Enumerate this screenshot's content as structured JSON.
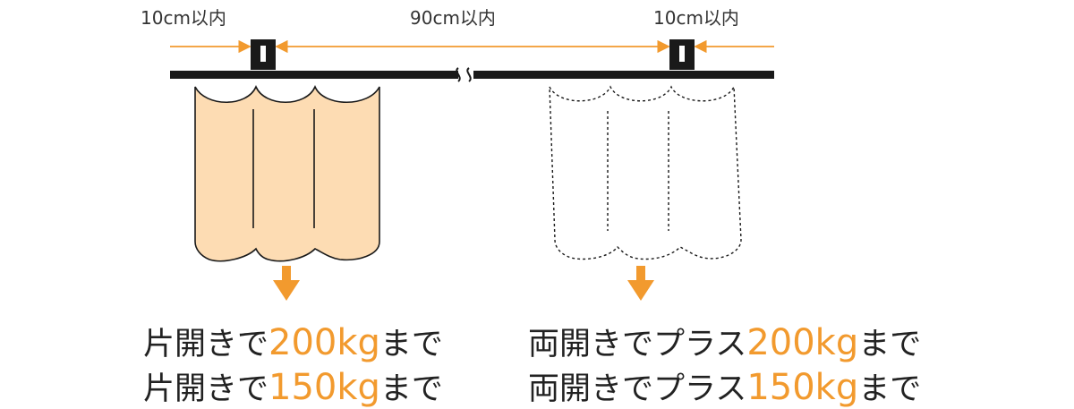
{
  "dimensions": {
    "left_gap": "10cm以内",
    "center_span": "90cm以内",
    "right_gap": "10cm以内"
  },
  "captions": {
    "left": [
      {
        "prefix": "片開きで",
        "value": "200kg",
        "suffix": "まで"
      },
      {
        "prefix": "片開きで",
        "value": "150kg",
        "suffix": "まで"
      }
    ],
    "right": [
      {
        "prefix": "両開きでプラス",
        "value": "200kg",
        "suffix": "まで"
      },
      {
        "prefix": "両開きでプラス",
        "value": "150kg",
        "suffix": "まで"
      }
    ]
  },
  "colors": {
    "accent": "#f29a2e",
    "curtain_fill": "#fddcb3",
    "rail": "#1a1a1a",
    "text": "#222222"
  }
}
